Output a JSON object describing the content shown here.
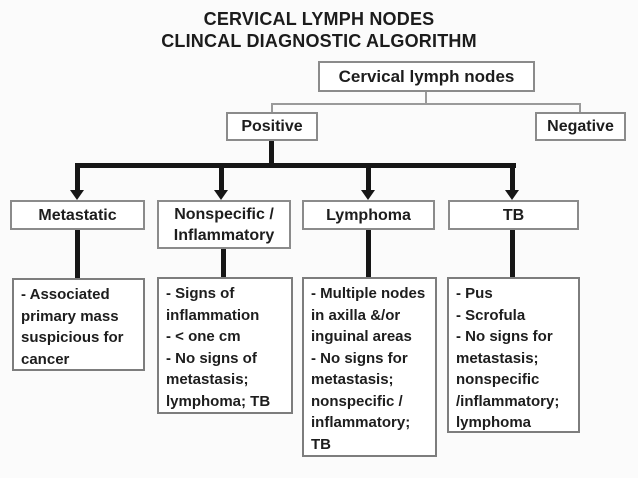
{
  "title": {
    "line1": "CERVICAL LYMPH NODES",
    "line2": "CLINCAL DIAGNOSTIC ALGORITHM"
  },
  "nodes": {
    "root": {
      "label": "Cervical lymph nodes"
    },
    "positive": {
      "label": "Positive"
    },
    "negative": {
      "label": "Negative"
    },
    "metastatic": {
      "label": "Metastatic"
    },
    "nonspecific": {
      "label": "Nonspecific /\nInflammatory"
    },
    "lymphoma": {
      "label": "Lymphoma"
    },
    "tb": {
      "label": "TB"
    }
  },
  "details": {
    "metastatic": {
      "text": "- Associated\nprimary mass\nsuspicious for\ncancer"
    },
    "nonspecific": {
      "text": "- Signs of\ninflammation\n- < one cm\n- No signs of\nmetastasis;\nlymphoma; TB"
    },
    "lymphoma": {
      "text": "- Multiple nodes\nin axilla &/or\ninguinal areas\n- No signs for\nmetastasis;\nnonspecific /\ninflammatory;\nTB"
    },
    "tb": {
      "text": "- Pus\n- Scrofula\n- No signs for\nmetastasis;\nnonspecific\n/inflammatory;\nlymphoma"
    }
  },
  "colors": {
    "background": "#fbfbfb",
    "box_fill": "#ffffff",
    "box_border": "#8b8b8b",
    "text": "#1d1d1d",
    "thin_connector": "#9a9a9a",
    "thick_connector": "#161616"
  }
}
